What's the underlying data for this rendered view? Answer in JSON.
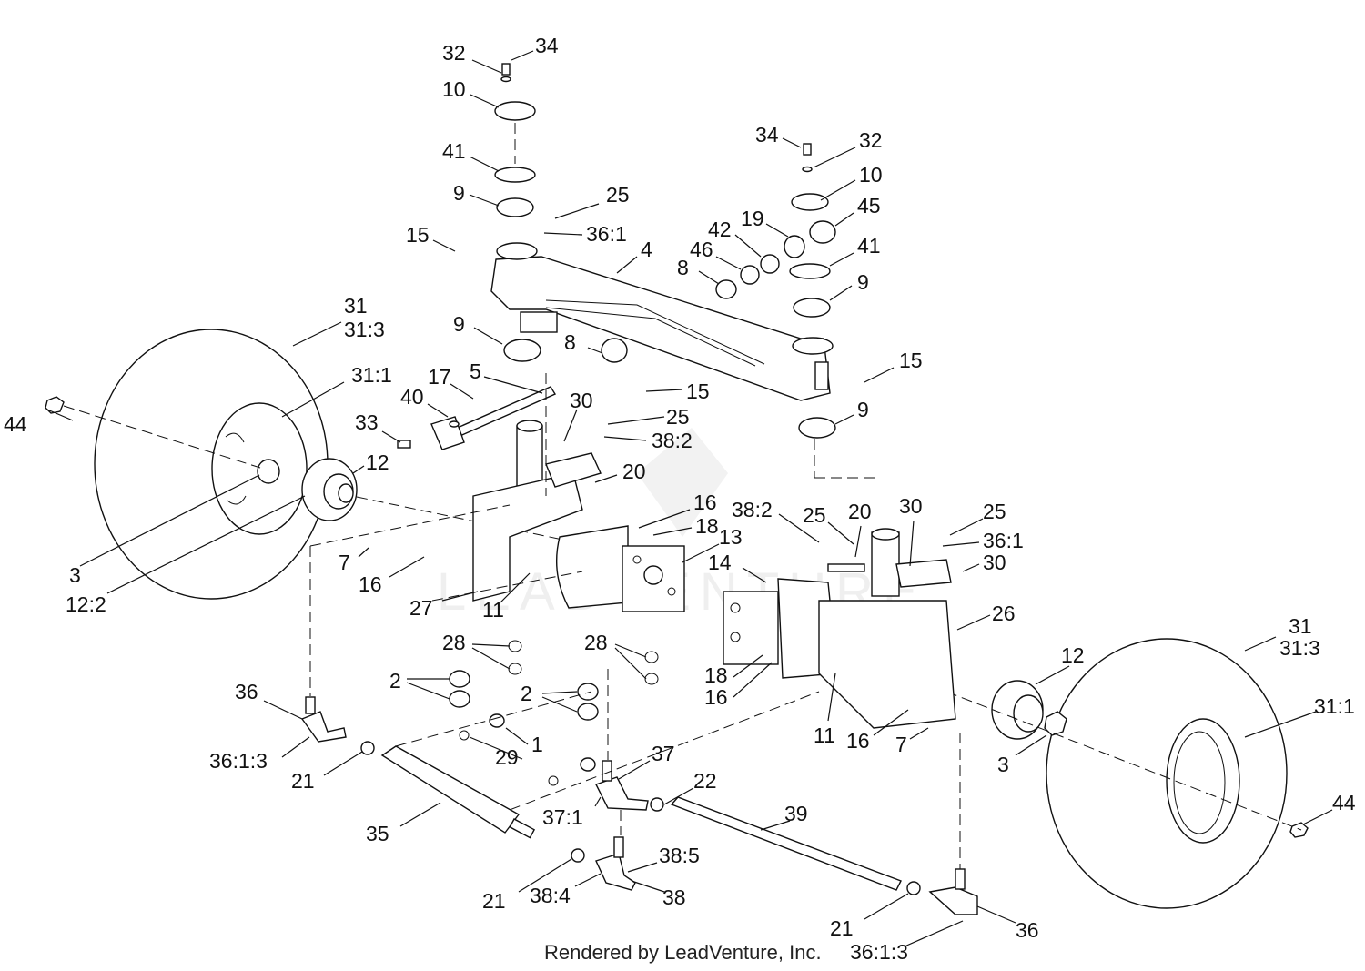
{
  "footer": {
    "rendered_by": "Rendered by LeadVenture, Inc."
  },
  "watermark": {
    "text": "LEADVENTURE"
  },
  "callouts": [
    "32",
    "34",
    "10",
    "41",
    "9",
    "25",
    "36:1",
    "15",
    "4",
    "34",
    "32",
    "10",
    "45",
    "19",
    "42",
    "46",
    "8",
    "41",
    "9",
    "31",
    "31:3",
    "9",
    "8",
    "15",
    "15",
    "31:1",
    "17",
    "5",
    "40",
    "44",
    "30",
    "25",
    "33",
    "38:2",
    "9",
    "12",
    "20",
    "3",
    "12:2",
    "7",
    "16",
    "27",
    "11",
    "16",
    "18",
    "13",
    "38:2",
    "25",
    "20",
    "30",
    "25",
    "36:1",
    "14",
    "30",
    "26",
    "28",
    "2",
    "28",
    "2",
    "18",
    "16",
    "11",
    "16",
    "7",
    "31",
    "31:3",
    "12",
    "31:1",
    "3",
    "36",
    "36:1:3",
    "21",
    "1",
    "29",
    "37",
    "37:1",
    "22",
    "39",
    "35",
    "21",
    "38:4",
    "38:5",
    "38",
    "21",
    "36:1:3",
    "36",
    "44"
  ]
}
